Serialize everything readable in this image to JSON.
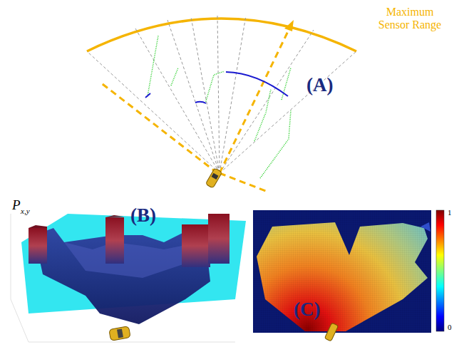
{
  "diagram": {
    "labels": [
      "Maximum Sensor Range",
      "(A)",
      "(B)",
      "(C)",
      "P",
      "x,y",
      "1",
      "0"
    ]
  }
}
